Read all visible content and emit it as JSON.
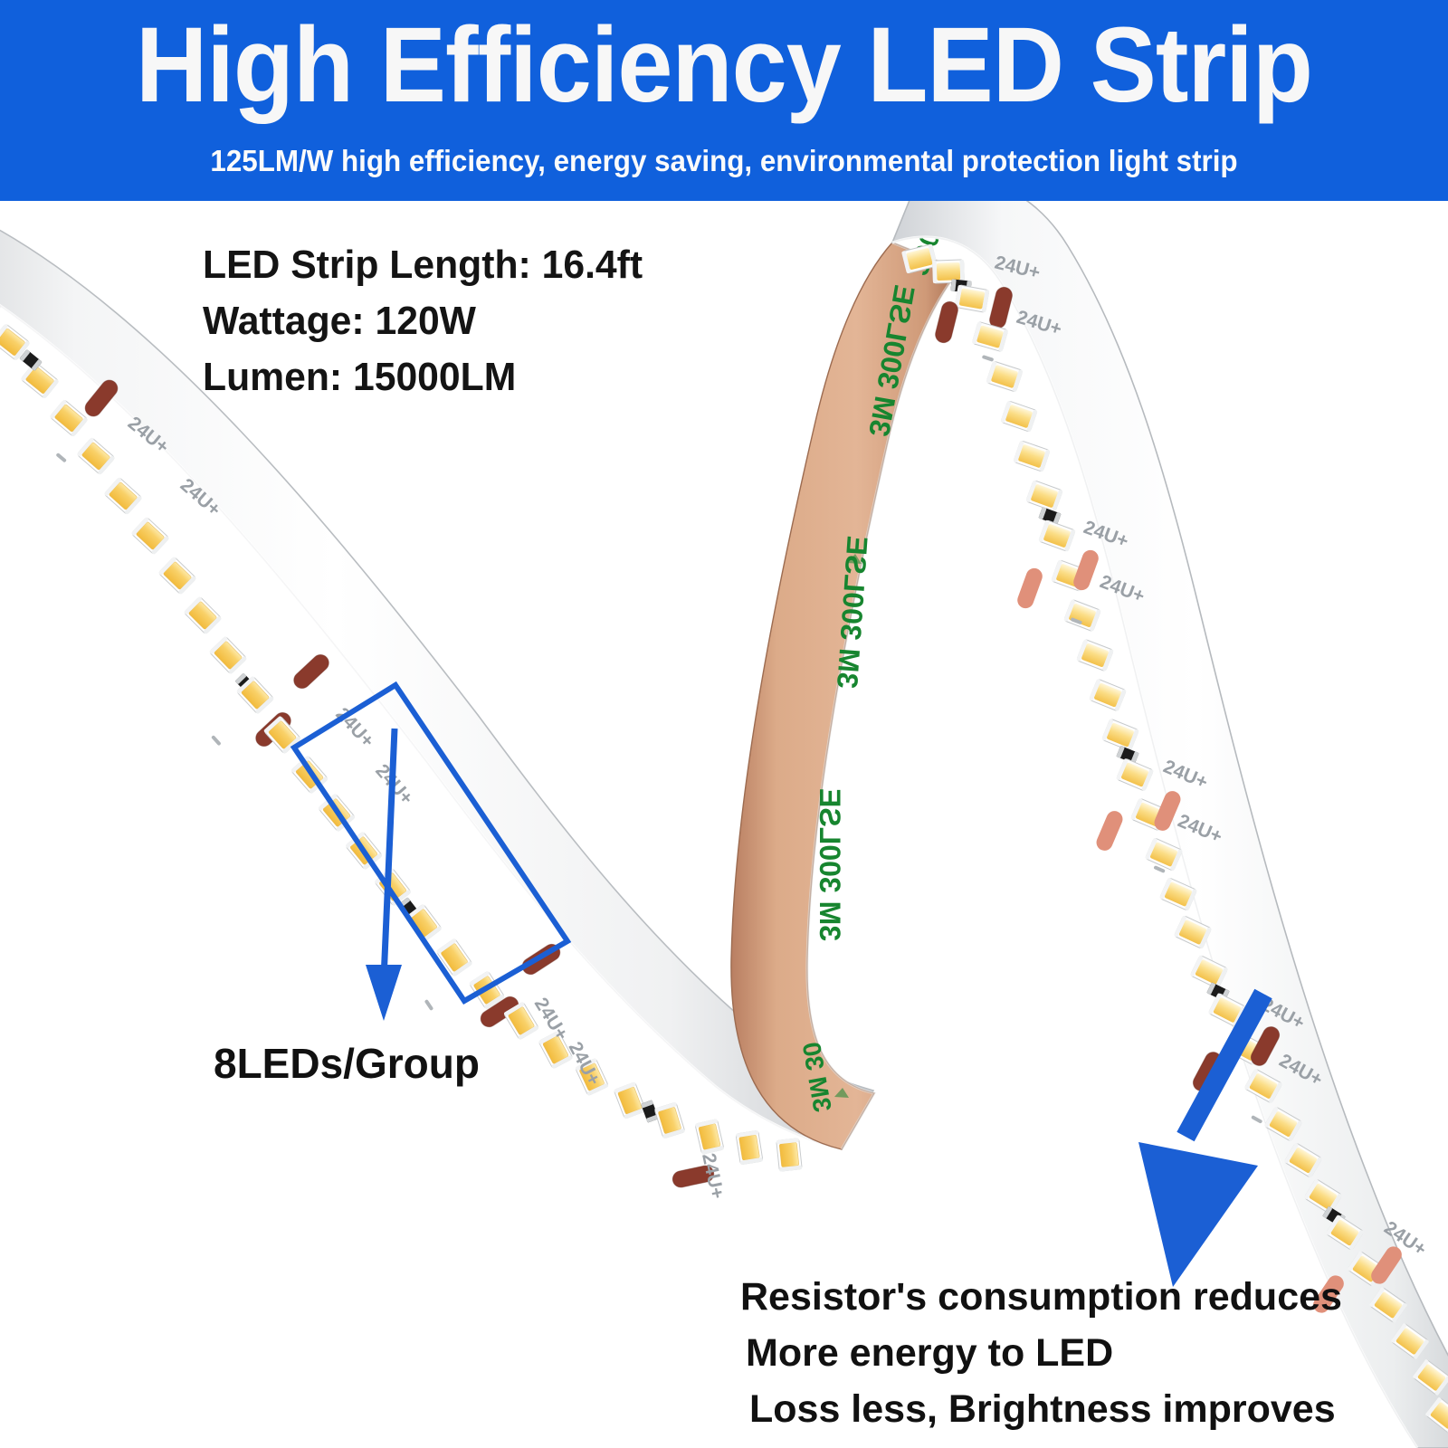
{
  "banner": {
    "title": "High Efficiency LED Strip",
    "subtitle": "125LM/W high efficiency, energy saving, environmental protection light strip",
    "background_color": "#1060dc",
    "text_color": "#f7f7f7"
  },
  "specs": {
    "length": "LED Strip Length: 16.4ft",
    "wattage": "Wattage: 120W",
    "lumen": "Lumen: 15000LM"
  },
  "callouts": {
    "group_label": "8LEDs/Group",
    "resistor_line1": "Resistor's consumption reduces",
    "resistor_line2": "More energy to LED",
    "resistor_line3": "Loss less, Brightness improves",
    "accent_color": "#1b5fd4"
  },
  "product": {
    "pcb_marking": "24U+",
    "adhesive_brand": "3M",
    "adhesive_model": "300LSE",
    "led_color": "#f7c54b",
    "pcb_color": "#fbfbfb",
    "pad_color": "#8a3a2c",
    "liner_color": "#d9a484",
    "liner_text_color": "#17852f"
  }
}
